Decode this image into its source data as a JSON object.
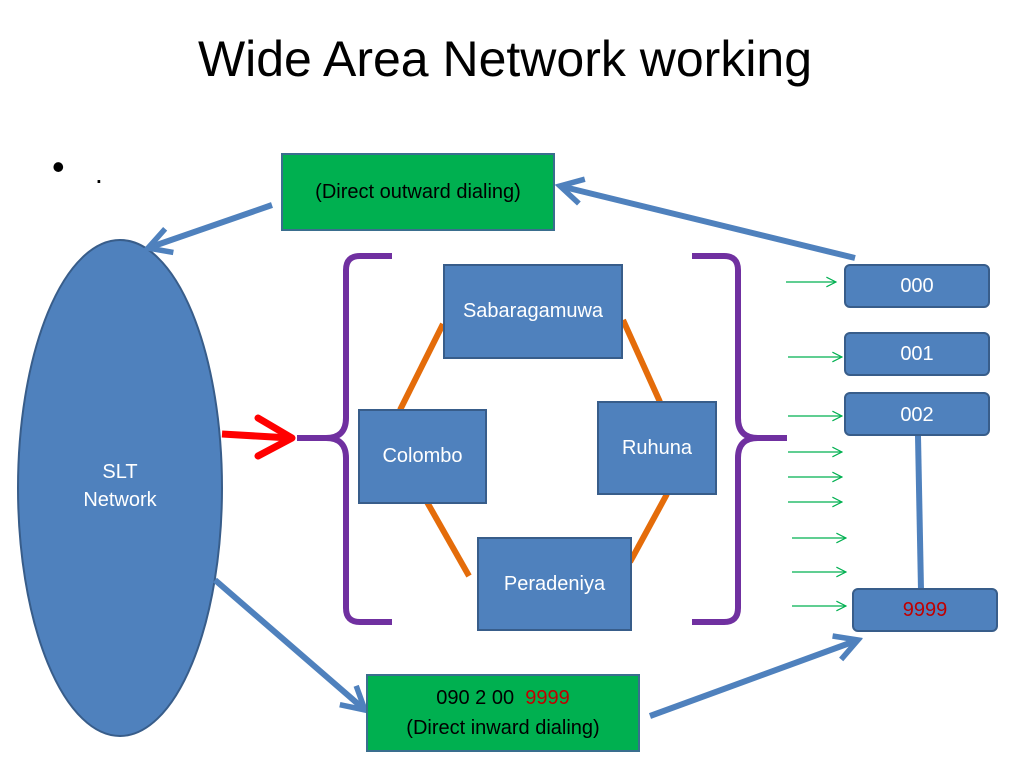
{
  "title": "Wide Area Network working",
  "bullet": {
    "symbol": "•",
    "text": "."
  },
  "slt": {
    "line1": "SLT",
    "line2": "Network"
  },
  "dod": {
    "label": "(Direct outward dialing)"
  },
  "did": {
    "number": "090 2 00",
    "extension": "9999",
    "label": "(Direct inward dialing)"
  },
  "regions": {
    "sabaragamuwa": "Sabaragamuwa",
    "colombo": "Colombo",
    "ruhuna": "Ruhuna",
    "peradeniya": "Peradeniya"
  },
  "extensions": {
    "e000": "000",
    "e001": "001",
    "e002": "002",
    "e9999": "9999"
  },
  "colors": {
    "blue": "#4f81bd",
    "green": "#00b050",
    "purple": "#7030a0",
    "orange": "#e46c0a",
    "red_arrow": "#ff0000",
    "small_arrow": "#00b050",
    "extension_red": "#c00000"
  }
}
